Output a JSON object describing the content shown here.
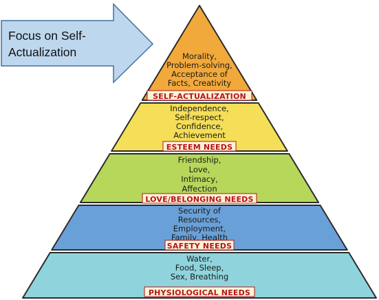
{
  "callout": {
    "lines": [
      "Focus on Self-",
      "Actualization"
    ]
  },
  "tiers": [
    {
      "id": "self-actualization",
      "banner": "SELF-ACTUALIZATION",
      "lines": [
        "Morality,",
        "Problem-solving,",
        "Acceptance of",
        "Facts, Creativity"
      ],
      "fill": "#f2a93b"
    },
    {
      "id": "esteem",
      "banner": "ESTEEM NEEDS",
      "lines": [
        "Independence,",
        "Self-respect,",
        "Confidence,",
        "Achievement"
      ],
      "fill": "#f5de58"
    },
    {
      "id": "love-belonging",
      "banner": "LOVE/BELONGING NEEDS",
      "lines": [
        "Friendship,",
        "Love,",
        "Intimacy,",
        "Affection"
      ],
      "fill": "#b6d75a"
    },
    {
      "id": "safety",
      "banner": "SAFETY NEEDS",
      "lines": [
        "Security of",
        "Resources,",
        "Employment,",
        "Family, Health"
      ],
      "fill": "#6aa0d8"
    },
    {
      "id": "physiological",
      "banner": "PHYSIOLOGICAL NEEDS",
      "lines": [
        "Water,",
        "Food, Sleep,",
        "Sex, Breathing"
      ],
      "fill": "#8fd4dc"
    }
  ],
  "colors": {
    "outline": "#2b2b2b",
    "banner_fill": "#fff3d6",
    "banner_text": "#b5121b",
    "callout_fill": "#bdd7ee",
    "callout_stroke": "#41719c"
  }
}
